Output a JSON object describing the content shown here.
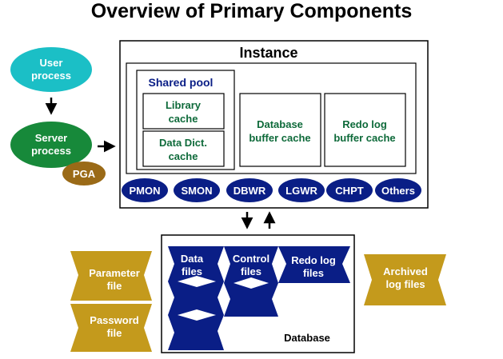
{
  "title": "Overview of Primary Components",
  "user_process": [
    "User",
    "process"
  ],
  "server_process": [
    "Server",
    "process"
  ],
  "pga": "PGA",
  "instance": {
    "label": "Instance",
    "shared_pool": "Shared pool",
    "library_cache": [
      "Library",
      "cache"
    ],
    "data_dict_cache": [
      "Data Dict.",
      "cache"
    ],
    "database_buffer_cache": [
      "Database",
      "buffer cache"
    ],
    "redo_log_buffer_cache": [
      "Redo log",
      "buffer cache"
    ],
    "background_processes": [
      "PMON",
      "SMON",
      "DBWR",
      "LGWR",
      "CHPT",
      "Others"
    ]
  },
  "database": {
    "label": "Database",
    "data_files": [
      "Data",
      "files"
    ],
    "control_files": [
      "Control",
      "files"
    ],
    "redo_log_files": [
      "Redo log",
      "files"
    ]
  },
  "parameter_file": [
    "Parameter",
    "file"
  ],
  "password_file": [
    "Password",
    "file"
  ],
  "archived_log_files": [
    "Archived",
    "log files"
  ],
  "colors": {
    "user_process": "#1BBFC6",
    "server_process": "#17893A",
    "pga": "#9A6A17",
    "cache_text": "#0E6A3A",
    "navy": "#0A1E86",
    "gold": "#C49A1C"
  }
}
